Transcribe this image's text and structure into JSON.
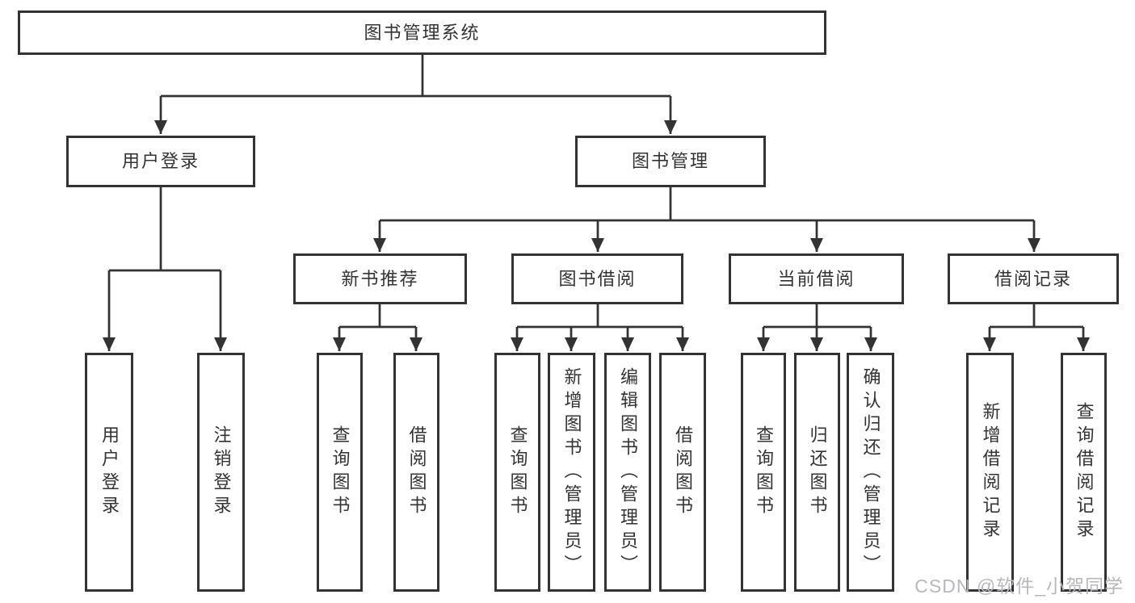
{
  "diagram": {
    "tree": {
      "root": {
        "label": "图书管理系统",
        "children": [
          {
            "label": "用户登录",
            "children": [
              {
                "label": "用户登录"
              },
              {
                "label": "注销登录"
              }
            ]
          },
          {
            "label": "图书管理",
            "children": [
              {
                "label": "新书推荐",
                "children": [
                  {
                    "label": "查询图书"
                  },
                  {
                    "label": "借阅图书"
                  }
                ]
              },
              {
                "label": "图书借阅",
                "children": [
                  {
                    "label": "查询图书"
                  },
                  {
                    "label": "新增图书（管理员）"
                  },
                  {
                    "label": "编辑图书（管理员）"
                  },
                  {
                    "label": "借阅图书"
                  }
                ]
              },
              {
                "label": "当前借阅",
                "children": [
                  {
                    "label": "查询图书"
                  },
                  {
                    "label": "归还图书"
                  },
                  {
                    "label": "确认归还（管理员）"
                  }
                ]
              },
              {
                "label": "借阅记录",
                "children": [
                  {
                    "label": "新增借阅记录"
                  },
                  {
                    "label": "查询借阅记录"
                  }
                ]
              }
            ]
          }
        ]
      }
    },
    "colors": {
      "line": "#333333",
      "text": "#333333",
      "background": "#ffffff",
      "watermark": "#b9b9bd"
    }
  },
  "watermark": {
    "text": "CSDN @软件_小贺同学"
  }
}
